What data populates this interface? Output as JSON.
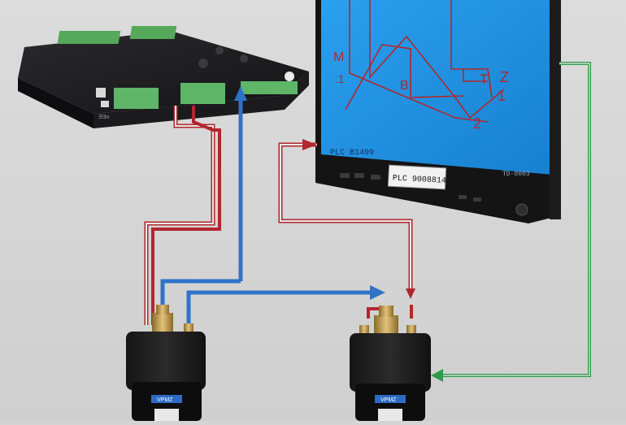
{
  "plc": {
    "terminal_marks": [
      "E",
      "Ǝ",
      "ɐ"
    ]
  },
  "monitor": {
    "screen_labels": {
      "m": "M",
      "one_left": ".1",
      "b": "B",
      "t": "T",
      "z": "Z",
      "one_right": "1",
      "two": "2"
    },
    "status_text": "PLC B1499",
    "id_label": "PLC 9008814",
    "right_label": "TD-0003"
  },
  "colors": {
    "red_wire": "#b2272d",
    "blue_wire": "#2f73c7",
    "green_wire": "#2f9a4b",
    "screen": "#1f93e4"
  },
  "devices": {
    "left_label": "VPMZ",
    "right_label": "VPMZ"
  }
}
